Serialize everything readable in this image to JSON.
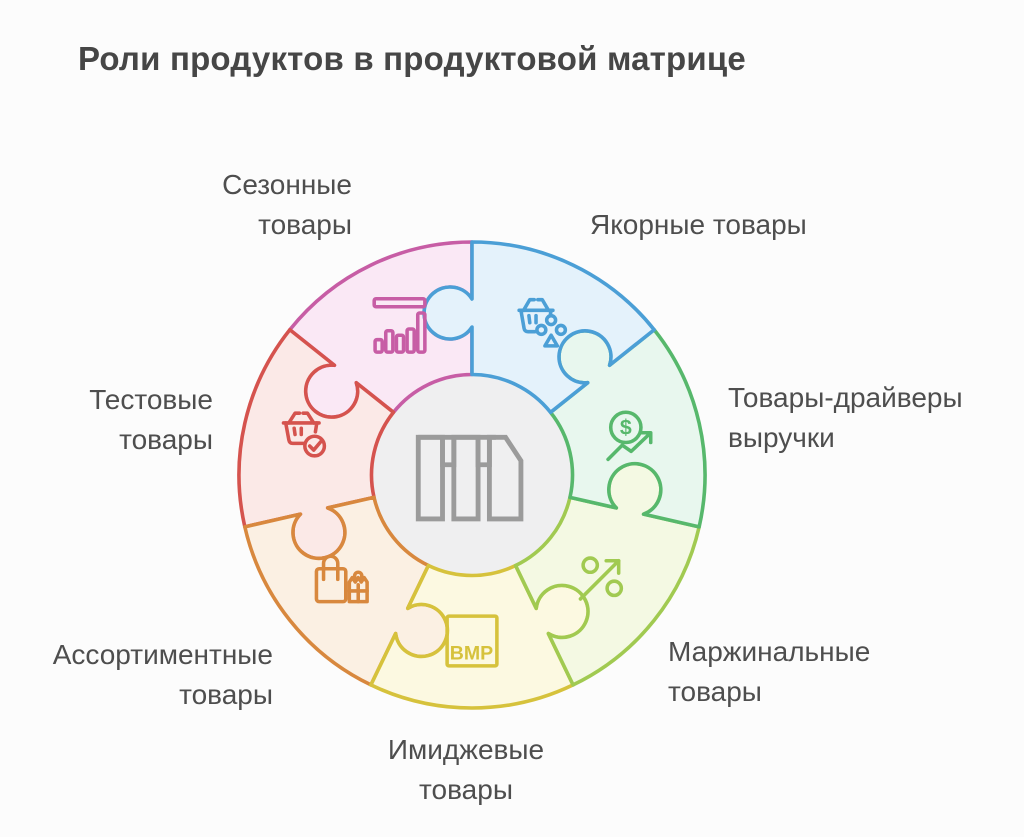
{
  "title": "Роли продуктов в продуктовой матрице",
  "background": "#fcfcfc",
  "title_color": "#464646",
  "label_color": "#4e4e4e",
  "center": {
    "icon": "store-shelf-icon",
    "fill": "#efeff0",
    "icon_color": "#9b9b9b"
  },
  "pieces": [
    {
      "id": "anchor",
      "label": "Якорные товары",
      "color": "#4b9fd6",
      "fill": "#e4f2fb",
      "icon": "basket-molecule-icon"
    },
    {
      "id": "revenue-drivers",
      "label": "Товары-драйверы\nвыручки",
      "color": "#57b86c",
      "fill": "#e8f7ee",
      "icon": "dollar-growth-icon"
    },
    {
      "id": "marginal",
      "label": "Маржинальные\nтовары",
      "color": "#a1ca51",
      "fill": "#f4f9e3",
      "icon": "percent-arrow-icon"
    },
    {
      "id": "image",
      "label": "Имиджевые\nтовары",
      "color": "#d6c23c",
      "fill": "#fcf9e1",
      "icon": "bmp-file-icon"
    },
    {
      "id": "assortment",
      "label": "Ассортиментные\nтовары",
      "color": "#d8883e",
      "fill": "#fbf0e3",
      "icon": "shopping-bags-icon"
    },
    {
      "id": "test",
      "label": "Тестовые\nтовары",
      "color": "#d5534e",
      "fill": "#fbe9e7",
      "icon": "basket-check-icon"
    },
    {
      "id": "seasonal",
      "label": "Сезонные\nтовары",
      "color": "#c75da5",
      "fill": "#fae8f5",
      "icon": "bar-chart-icon"
    }
  ]
}
